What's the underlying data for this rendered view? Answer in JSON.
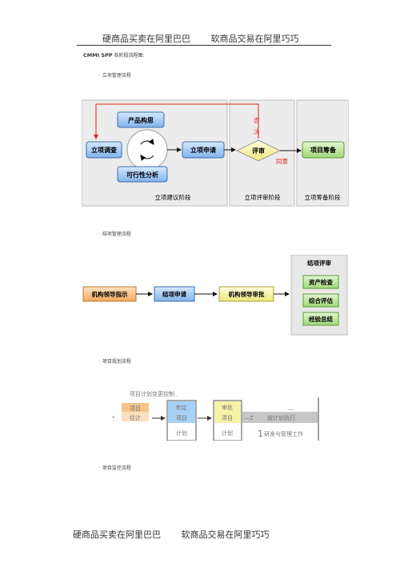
{
  "header": {
    "left": "硬商品买卖在阿里巴巴",
    "right": "软商品交易在阿里巧巧"
  },
  "footer": {
    "left": "硬商品买卖在阿里巴巴",
    "right": "软商品交易在阿里巧巧"
  },
  "intro": {
    "bold": "CMMI SPP",
    "text": "各阶段流程图:"
  },
  "sections": {
    "initiation": {
      "title": "立项管理流程",
      "boxes": {
        "concept": "产品构思",
        "survey": "立项调查",
        "feasibility": "可行性分析",
        "apply": "立项申请",
        "review": "评审",
        "prepare": "项目筹备"
      },
      "labels": {
        "reject_1": "否",
        "reject_2": "决",
        "approve": "同意"
      },
      "stages": {
        "build": "立项建议阶段",
        "review": "立项评审阶段",
        "prepare": "立项筹备阶段"
      }
    },
    "closure": {
      "title": "结项管理流程",
      "boxes": {
        "instruction": "机构领导指示",
        "apply": "结项申请",
        "approve": "机构领导审批"
      },
      "panel": {
        "title": "结项评审",
        "items": [
          "资产检查",
          "综合评估",
          "经验总结"
        ]
      }
    },
    "planning": {
      "title": "项目规划流程",
      "caption": "项目计划变更控制 ,",
      "bullet": "*",
      "col1": [
        "项目",
        "估计"
      ],
      "col2": [
        "制定",
        "项目",
        "计划"
      ],
      "col3": [
        "审批",
        "项目",
        "计划"
      ],
      "exec_prefix": "—Z",
      "exec": "按计划执行",
      "dash": "—",
      "num": "1",
      "dev": "研发与管理工作"
    },
    "monitoring": {
      "title": "项目监控流程"
    }
  },
  "colors": {
    "blue_box": "#9cc8f4",
    "green_box": "#bfe6a2",
    "yellow_box": "#f3f094",
    "orange_box": "#f6c48a",
    "reject_red": "#e0231b",
    "gray_panel": "#e8e8e8"
  }
}
